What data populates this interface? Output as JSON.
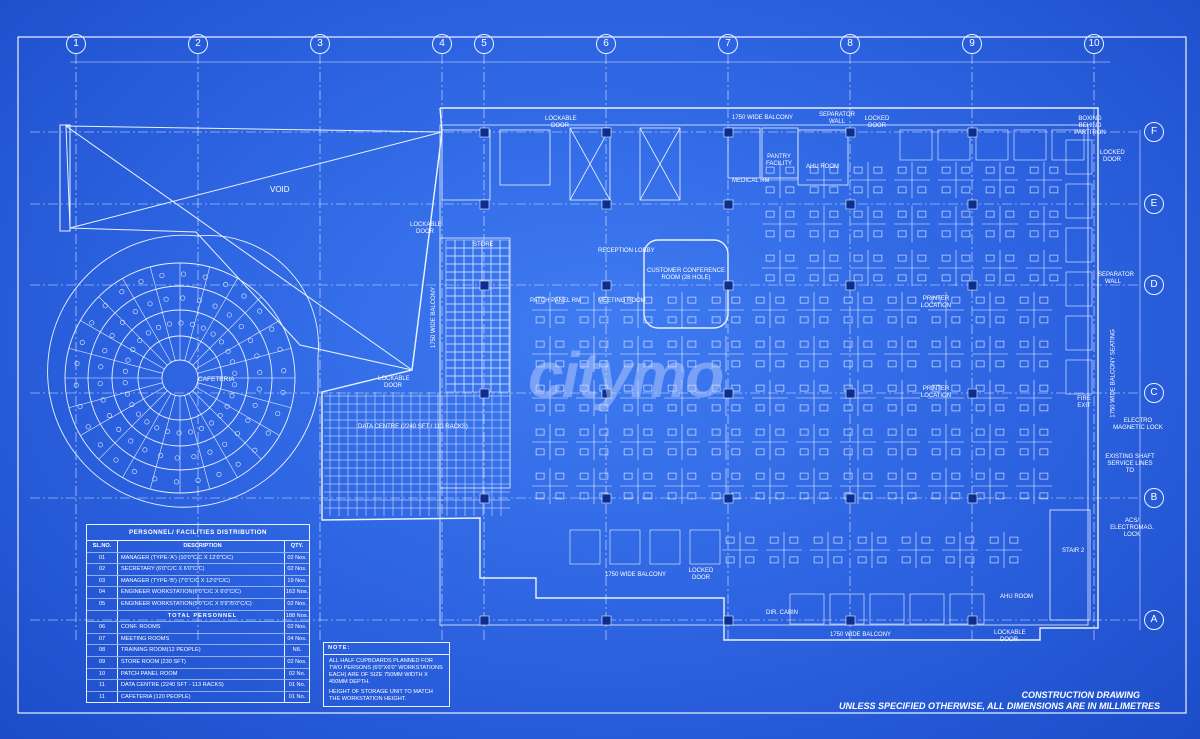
{
  "grid": {
    "columns": [
      "1",
      "2",
      "3",
      "4",
      "5",
      "6",
      "7",
      "8",
      "9",
      "10"
    ],
    "rows": [
      "F",
      "E",
      "D",
      "C",
      "B",
      "A"
    ]
  },
  "areas": {
    "void": "VOID",
    "cafeteria": "CAFETERIA",
    "data_centre": "DATA CENTRE (2240 SFT / 113 RACKS)",
    "customer_conference": "CUSTOMER CONFERENCE ROOM (28 HOLE)",
    "reception_lobby": "RECEPTION LOBBY",
    "balcony_top": "1750 WIDE BALCONY",
    "balcony_bottom_left": "1750 WIDE BALCONY",
    "balcony_bottom_right": "1750 WIDE BALCONY",
    "balcony_left_v": "1750 WIDE BALCONY",
    "balcony_right_v": "1750 WIDE BALCONY SEATING",
    "separator_wall_top": "SEPARATOR WALL",
    "separator_wall_right": "SEPARATOR WALL",
    "locked_door_top": "LOCKED DOOR",
    "locked_door_right": "LOCKED DOOR",
    "locked_door_bottom": "LOCKED DOOR",
    "lockable_door_top": "LOCKABLE DOOR",
    "lockable_door_left": "LOCKABLE DOOR",
    "lockable_door_mid": "LOCKABLE DOOR",
    "lockable_door_bottom": "LOCKABLE DOOR",
    "pantry": "PANTRY FACILITY",
    "ahu_top": "AHU ROOM",
    "ahu_bottom": "AHU ROOM",
    "medical": "MEDICAL RM",
    "store": "STORE",
    "boxing": "BOXING BEHIND PARTITION",
    "electro_lock": "ELECTRO MAGNETIC LOCK",
    "electro_lock_2": "ACS/ ELECTROMAG. LOCK",
    "shaft": "EXISTING SHAFT SERVICE LINES TO",
    "fire_exit": "FIRE EXIT",
    "stair_2": "STAIR 2",
    "dir_cabin": "DIR. CABIN",
    "printer_1": "PRINTER LOCATION",
    "printer_2": "PRINTER LOCATION",
    "meeting_room": "MEETING ROOM",
    "patch_panel": "PATCH PANEL RM"
  },
  "personnel_table": {
    "title": "PERSONNEL/ FACILITIES DISTRIBUTION",
    "headers": [
      "SL.NO.",
      "DESCRIPTION",
      "QTY."
    ],
    "rows": [
      [
        "01",
        "MANAGER (TYPE-'A') (10'0\"C/C X 12'0\"C/C)",
        "02 Nos."
      ],
      [
        "02",
        "SECRETARY (6'0\"C/C X 6'0\"C/C)",
        "02 Nos."
      ],
      [
        "03",
        "MANAGER (TYPE-'B') (7'0\"C/C X 12'0\"C/C)",
        "19 Nos."
      ],
      [
        "04",
        "ENGINEER WORKSTATION(6'0\"C/C X 6'0\"C/C)",
        "163 Nos."
      ],
      [
        "05",
        "ENGINEER WORKSTATION(5'0\"C/C X 5'9\"/5'0\"C/C)",
        "02 Nos."
      ],
      [
        "",
        "TOTAL PERSONNEL",
        "188 Nos."
      ],
      [
        "06",
        "CONF. ROOMS",
        "02 Nos."
      ],
      [
        "07",
        "MEETING ROOMS",
        "04 Nos."
      ],
      [
        "08",
        "TRAINING ROOM(12 PEOPLE)",
        "NIL"
      ],
      [
        "09",
        "STORE ROOM (230 SFT)",
        "02 Nos."
      ],
      [
        "10",
        "PATCH PANEL ROOM",
        "02 No."
      ],
      [
        "11",
        "DATA CENTRE (2240 SFT - 113 RACKS)",
        "01 No."
      ],
      [
        "11",
        "CAFETERIA (120 PEOPLE)",
        "01 No."
      ]
    ]
  },
  "notes": {
    "title": "NOTE:",
    "lines": [
      "ALL HALF CUPBOARDS PLANNED FOR TWO PERSONS (6'0\"X6'0\" WORKSTATIONS EACH) ARE OF SIZE 750MM WIDTH X 450MM DEPTH.",
      "HEIGHT OF STORAGE UNIT TO MATCH THE WORKSTATION HEIGHT."
    ]
  },
  "footer": {
    "line1": "CONSTRUCTION DRAWING",
    "line2": "UNLESS SPECIFIED OTHERWISE, ALL DIMENSIONS ARE IN MILLIMETRES"
  },
  "watermark": "citymo",
  "colors": {
    "background": "#2c62e0",
    "line": "#eaf2ff",
    "column": "#0c2f8f"
  }
}
